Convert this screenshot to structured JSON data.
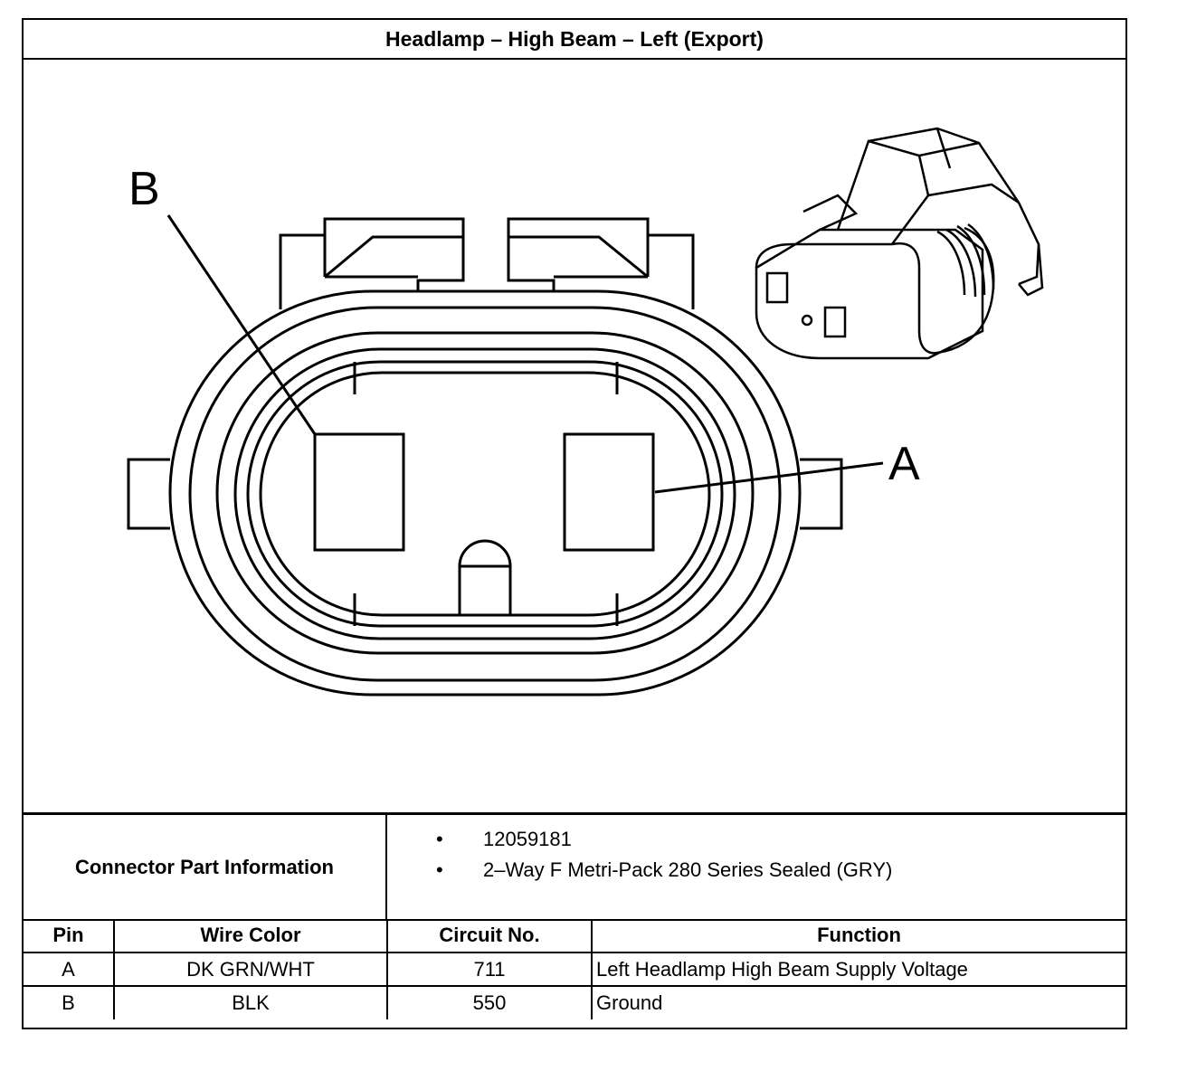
{
  "title": "Headlamp – High Beam – Left (Export)",
  "diagram": {
    "label_a": "A",
    "label_b": "B"
  },
  "connector_info": {
    "label": "Connector Part Information",
    "items": [
      "12059181",
      "2–Way F Metri-Pack 280 Series Sealed (GRY)"
    ],
    "bullet": "•"
  },
  "table": {
    "headers": [
      "Pin",
      "Wire Color",
      "Circuit No.",
      "Function"
    ],
    "rows": [
      [
        "A",
        "DK GRN/WHT",
        "711",
        "Left Headlamp High Beam Supply Voltage"
      ],
      [
        "B",
        "BLK",
        "550",
        "Ground"
      ]
    ]
  }
}
